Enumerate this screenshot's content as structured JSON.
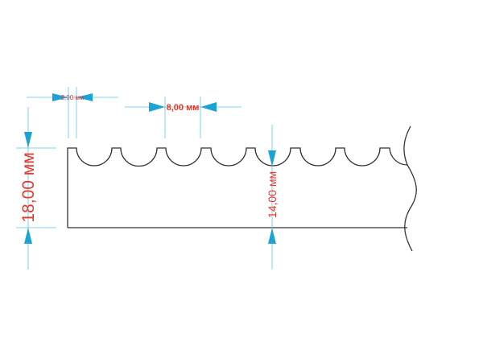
{
  "dimensions": {
    "tooth_top_width": "2,00 мм",
    "tooth_width": "8,00 мм",
    "total_height": "18,00 мм",
    "base_height": "14,00 мм"
  },
  "colors": {
    "dimension_line": "#5bc8e6",
    "arrow": "#1aa3d4",
    "label": "#e8362b",
    "profile": "#333333"
  }
}
